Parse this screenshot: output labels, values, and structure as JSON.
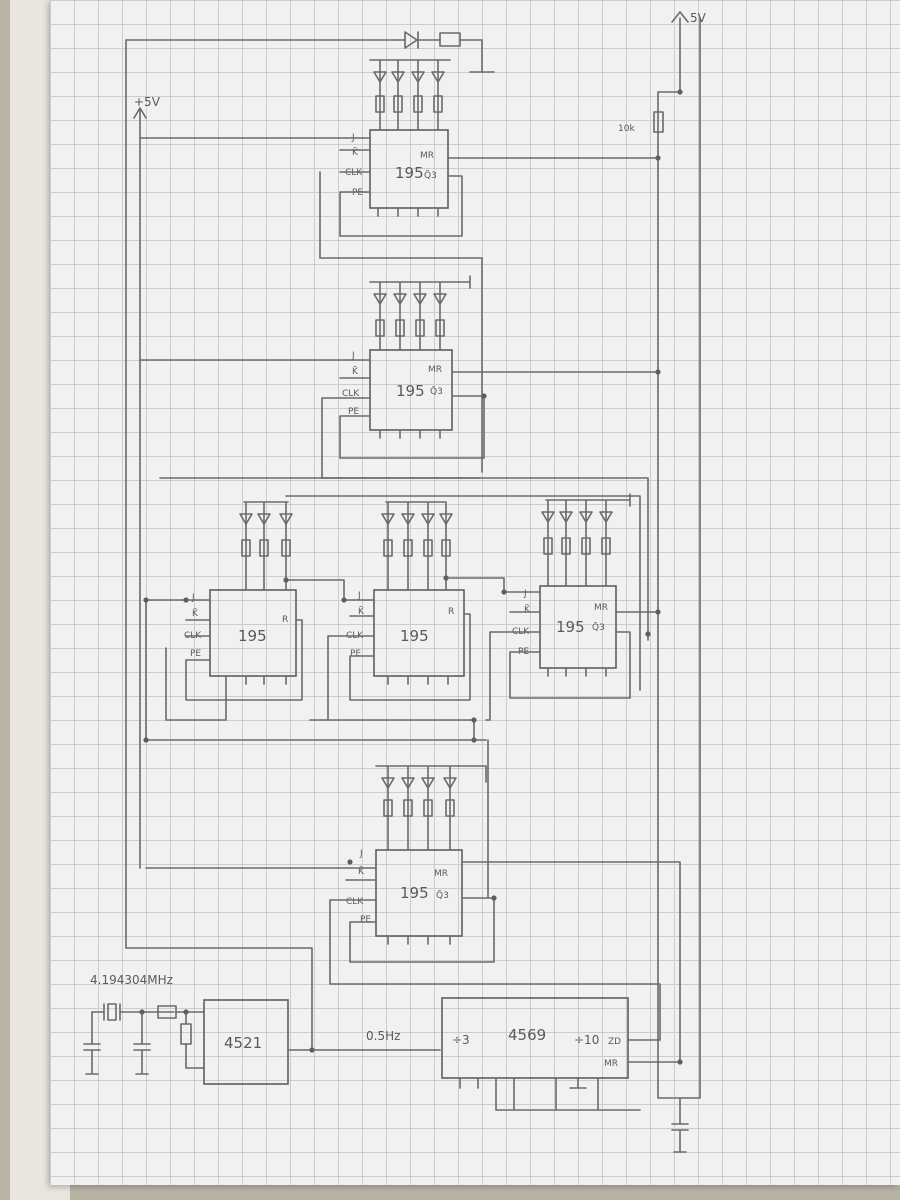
{
  "labels": {
    "supply_top": "5V",
    "supply_left": "+5V",
    "resistor_value": "10k",
    "crystal_freq": "4.194304MHz",
    "signal_freq": "0.5Hz"
  },
  "shift_registers": [
    {
      "id": "sr1",
      "part": "195",
      "pins": {
        "j": "J",
        "k": "K̄",
        "clk": "CLK",
        "pe": "PE",
        "mr": "MR",
        "q3": "Q̄3"
      }
    },
    {
      "id": "sr2",
      "part": "195",
      "pins": {
        "j": "J",
        "k": "K̄",
        "clk": "CLK",
        "pe": "PE",
        "mr": "MR",
        "q3": "Q̄3"
      }
    },
    {
      "id": "sr3",
      "part": "195",
      "pins": {
        "j": "J",
        "k": "K̄",
        "clk": "CLK",
        "pe": "PE",
        "mr": "R",
        "q3": ""
      }
    },
    {
      "id": "sr4",
      "part": "195",
      "pins": {
        "j": "J",
        "k": "K̄",
        "clk": "CLK",
        "pe": "PE",
        "mr": "R",
        "q3": ""
      }
    },
    {
      "id": "sr5",
      "part": "195",
      "pins": {
        "j": "J",
        "k": "K̄",
        "clk": "CLK",
        "pe": "PE",
        "mr": "MR",
        "q3": "Q̄3"
      }
    },
    {
      "id": "sr6",
      "part": "195",
      "pins": {
        "j": "J",
        "k": "K̄",
        "clk": "CLK",
        "pe": "PE",
        "mr": "MR",
        "q3": "Q̄3"
      }
    }
  ],
  "oscillator": {
    "part": "4521"
  },
  "counter": {
    "part": "4569",
    "div_left": "÷3",
    "div_right": "÷10",
    "zero_pin": "ZD",
    "mr_pin": "MR"
  }
}
